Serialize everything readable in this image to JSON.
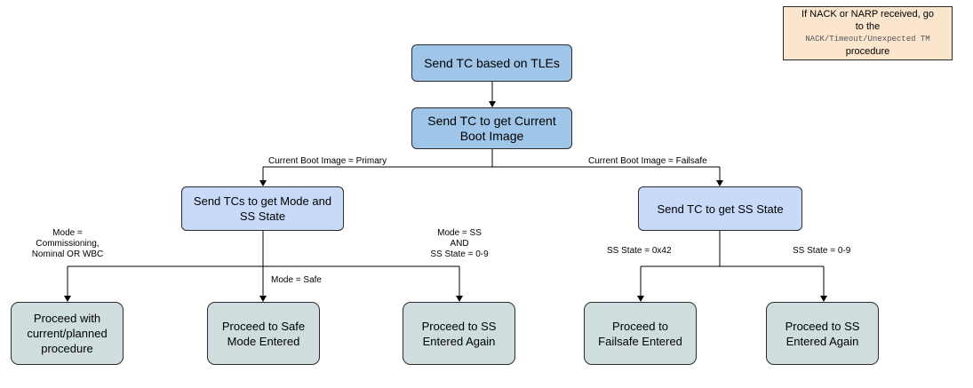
{
  "note": {
    "line1": "If NACK or NARP received, go",
    "line2": "to the",
    "code": "NACK/Timeout/Unexpected TM",
    "line4": "procedure"
  },
  "nodes": {
    "send_tle": [
      "Send TC based on TLEs"
    ],
    "boot_image": [
      "Send TC to get Current",
      "Boot Image"
    ],
    "mode_ss": [
      "Send TCs to get Mode and",
      "SS State"
    ],
    "ss_state": [
      "Send TC to get SS State"
    ],
    "proceed_current": [
      "Proceed with",
      "current/planned",
      "procedure"
    ],
    "proceed_safe": [
      "Proceed to Safe",
      "Mode Entered"
    ],
    "proceed_ss_1": [
      "Proceed to SS",
      "Entered Again"
    ],
    "proceed_failsafe": [
      "Proceed to",
      "Failsafe Entered"
    ],
    "proceed_ss_2": [
      "Proceed to SS",
      "Entered Again"
    ]
  },
  "edge_labels": {
    "primary": [
      "Current Boot Image = Primary"
    ],
    "failsafe": [
      "Current Boot Image = Failsafe"
    ],
    "mode_commissioning": [
      "Mode =",
      "Commissioning,",
      "Nominal OR WBC"
    ],
    "mode_safe": [
      "Mode = Safe"
    ],
    "mode_ss": [
      "Mode = SS",
      "AND",
      "SS State = 0-9"
    ],
    "ss_0x42": [
      "SS State = 0x42"
    ],
    "ss_0_9": [
      "SS State = 0-9"
    ]
  }
}
